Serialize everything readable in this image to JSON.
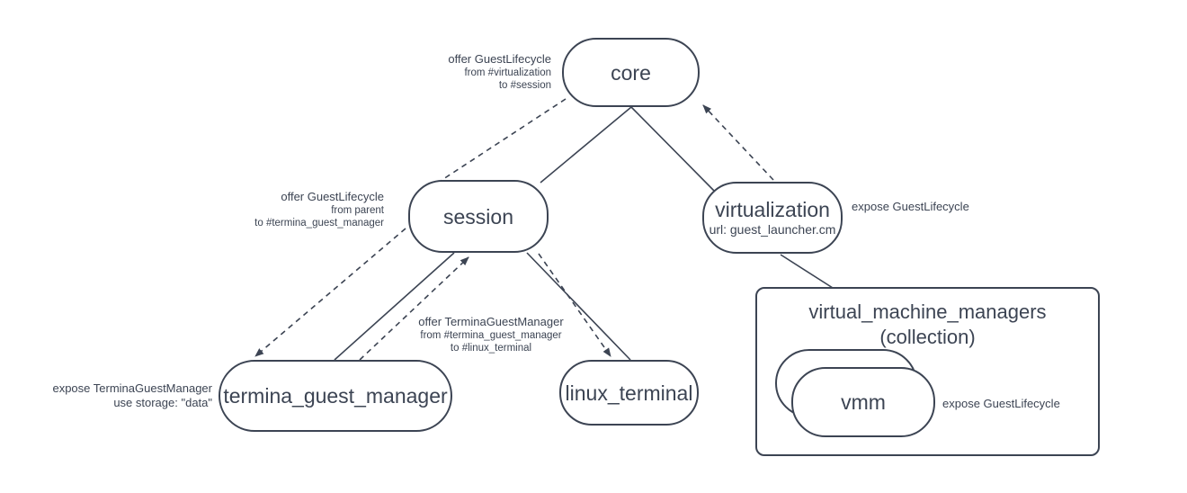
{
  "diagram": {
    "nodes": {
      "core": {
        "label": "core"
      },
      "session": {
        "label": "session"
      },
      "virtualization": {
        "label": "virtualization",
        "url": "url: guest_launcher.cm"
      },
      "termina_guest_manager": {
        "label": "termina_guest_manager"
      },
      "linux_terminal": {
        "label": "linux_terminal"
      },
      "virtual_machine_managers": {
        "title": "virtual_machine_managers",
        "subtitle": "(collection)"
      },
      "vmm": {
        "label": "vmm"
      }
    },
    "annotations": {
      "offer_guestlifecycle_to_session": {
        "line1": "offer GuestLifecycle",
        "line2": "from #virtualization",
        "line3": "to #session"
      },
      "offer_guestlifecycle_to_termina": {
        "line1": "offer GuestLifecycle",
        "line2": "from parent",
        "line3": "to #termina_guest_manager"
      },
      "expose_guestlifecycle_virtualization": {
        "text": "expose GuestLifecycle"
      },
      "offer_terminaguestmanager": {
        "line1": "offer TerminaGuestManager",
        "line2": "from #termina_guest_manager",
        "line3": "to #linux_terminal"
      },
      "expose_terminaguestmanager": {
        "line1": "expose TerminaGuestManager",
        "line2": "use storage: \"data\""
      },
      "expose_guestlifecycle_vmm": {
        "text": "expose GuestLifecycle"
      }
    },
    "colors": {
      "stroke": "#3c4453",
      "text": "#3c4453",
      "background": "#ffffff"
    }
  }
}
